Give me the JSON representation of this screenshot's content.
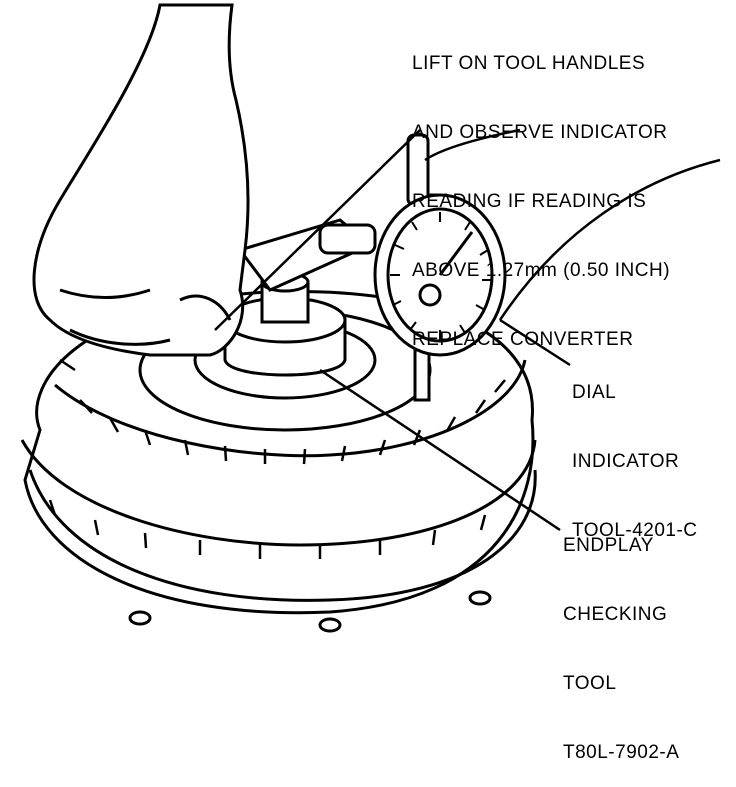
{
  "callouts": {
    "instruction": {
      "lines": [
        "LIFT ON TOOL HANDLES",
        "AND OBSERVE INDICATOR",
        "READING IF READING IS",
        "ABOVE 1.27mm (0.50 INCH)",
        "REPLACE CONVERTER"
      ]
    },
    "dial_indicator": {
      "lines": [
        "DIAL",
        "INDICATOR",
        "TOOL-4201-C"
      ]
    },
    "endplay_tool": {
      "lines": [
        "ENDPLAY",
        "CHECKING",
        "TOOL",
        "T80L-7902-A"
      ]
    }
  }
}
